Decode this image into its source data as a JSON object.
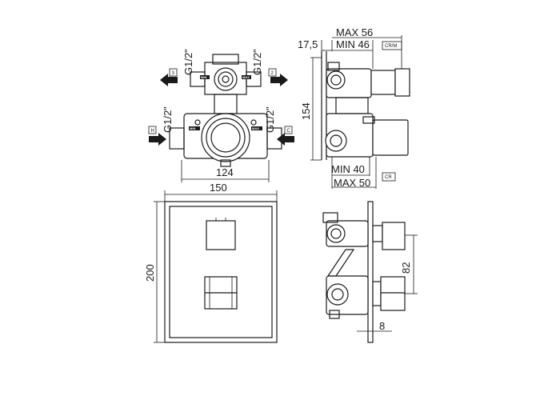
{
  "front_view": {
    "port_top_left": "G1/2\"",
    "port_top_right": "G1/2\"",
    "port_bottom_left": "G1/2\"",
    "port_bottom_right": "G1/2\"",
    "arrow_3": "3",
    "arrow_2": "2",
    "arrow_h": "H",
    "arrow_c": "C",
    "min_label": "MIN",
    "max_label": "MAX",
    "width_dim": "124"
  },
  "side_view": {
    "max_top": "MAX 56",
    "min_top": "MIN 46",
    "offset_dim": "17,5",
    "height_dim": "154",
    "min_bottom": "MIN 40",
    "max_bottom": "MAX 50",
    "tag_top": "CR/M",
    "tag_bottom": "CR"
  },
  "plate_view": {
    "width_dim": "150",
    "height_dim": "200"
  },
  "side_plate_view": {
    "spacing_dim": "82",
    "thickness_dim": "8"
  }
}
